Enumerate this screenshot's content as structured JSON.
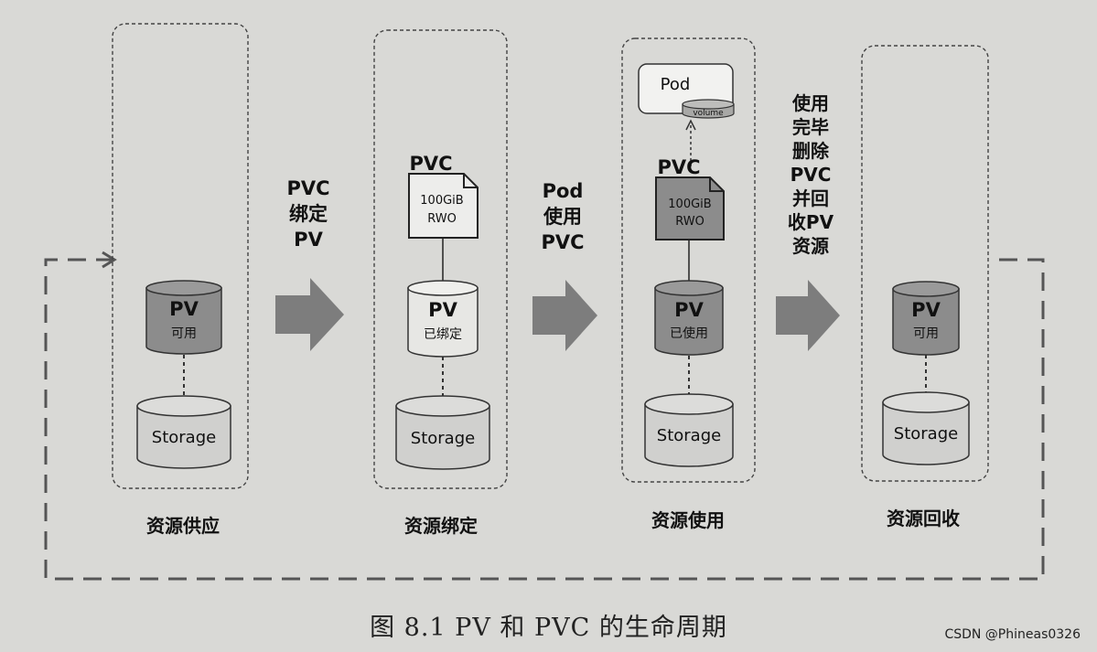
{
  "stages": [
    {
      "label": "资源供应",
      "pv_title": "PV",
      "pv_status": "可用",
      "storage": "Storage"
    },
    {
      "label": "资源绑定",
      "pv_title": "PV",
      "pv_status": "已绑定",
      "storage": "Storage",
      "pvc_title": "PVC",
      "pvc_size": "100GiB",
      "pvc_mode": "RWO"
    },
    {
      "label": "资源使用",
      "pv_title": "PV",
      "pv_status": "已使用",
      "storage": "Storage",
      "pvc_title": "PVC",
      "pvc_size": "100GiB",
      "pvc_mode": "RWO",
      "pod": "Pod",
      "volume": "volume"
    },
    {
      "label": "资源回收",
      "pv_title": "PV",
      "pv_status": "可用",
      "storage": "Storage"
    }
  ],
  "transitions": [
    [
      "PVC",
      "绑定",
      "PV"
    ],
    [
      "Pod",
      "使用",
      "PVC"
    ],
    [
      "使用",
      "完毕",
      "删除",
      "PVC",
      "并回",
      "收PV",
      "资源"
    ]
  ],
  "caption": "图 8.1   PV 和 PVC 的生命周期",
  "watermark": "CSDN @Phineas0326",
  "colors": {
    "pv_dark": "#8c8c8c",
    "pv_light": "#e7e7e4",
    "storage": "#d0d0ce",
    "arrow": "#7d7d7d",
    "line": "#333333"
  }
}
